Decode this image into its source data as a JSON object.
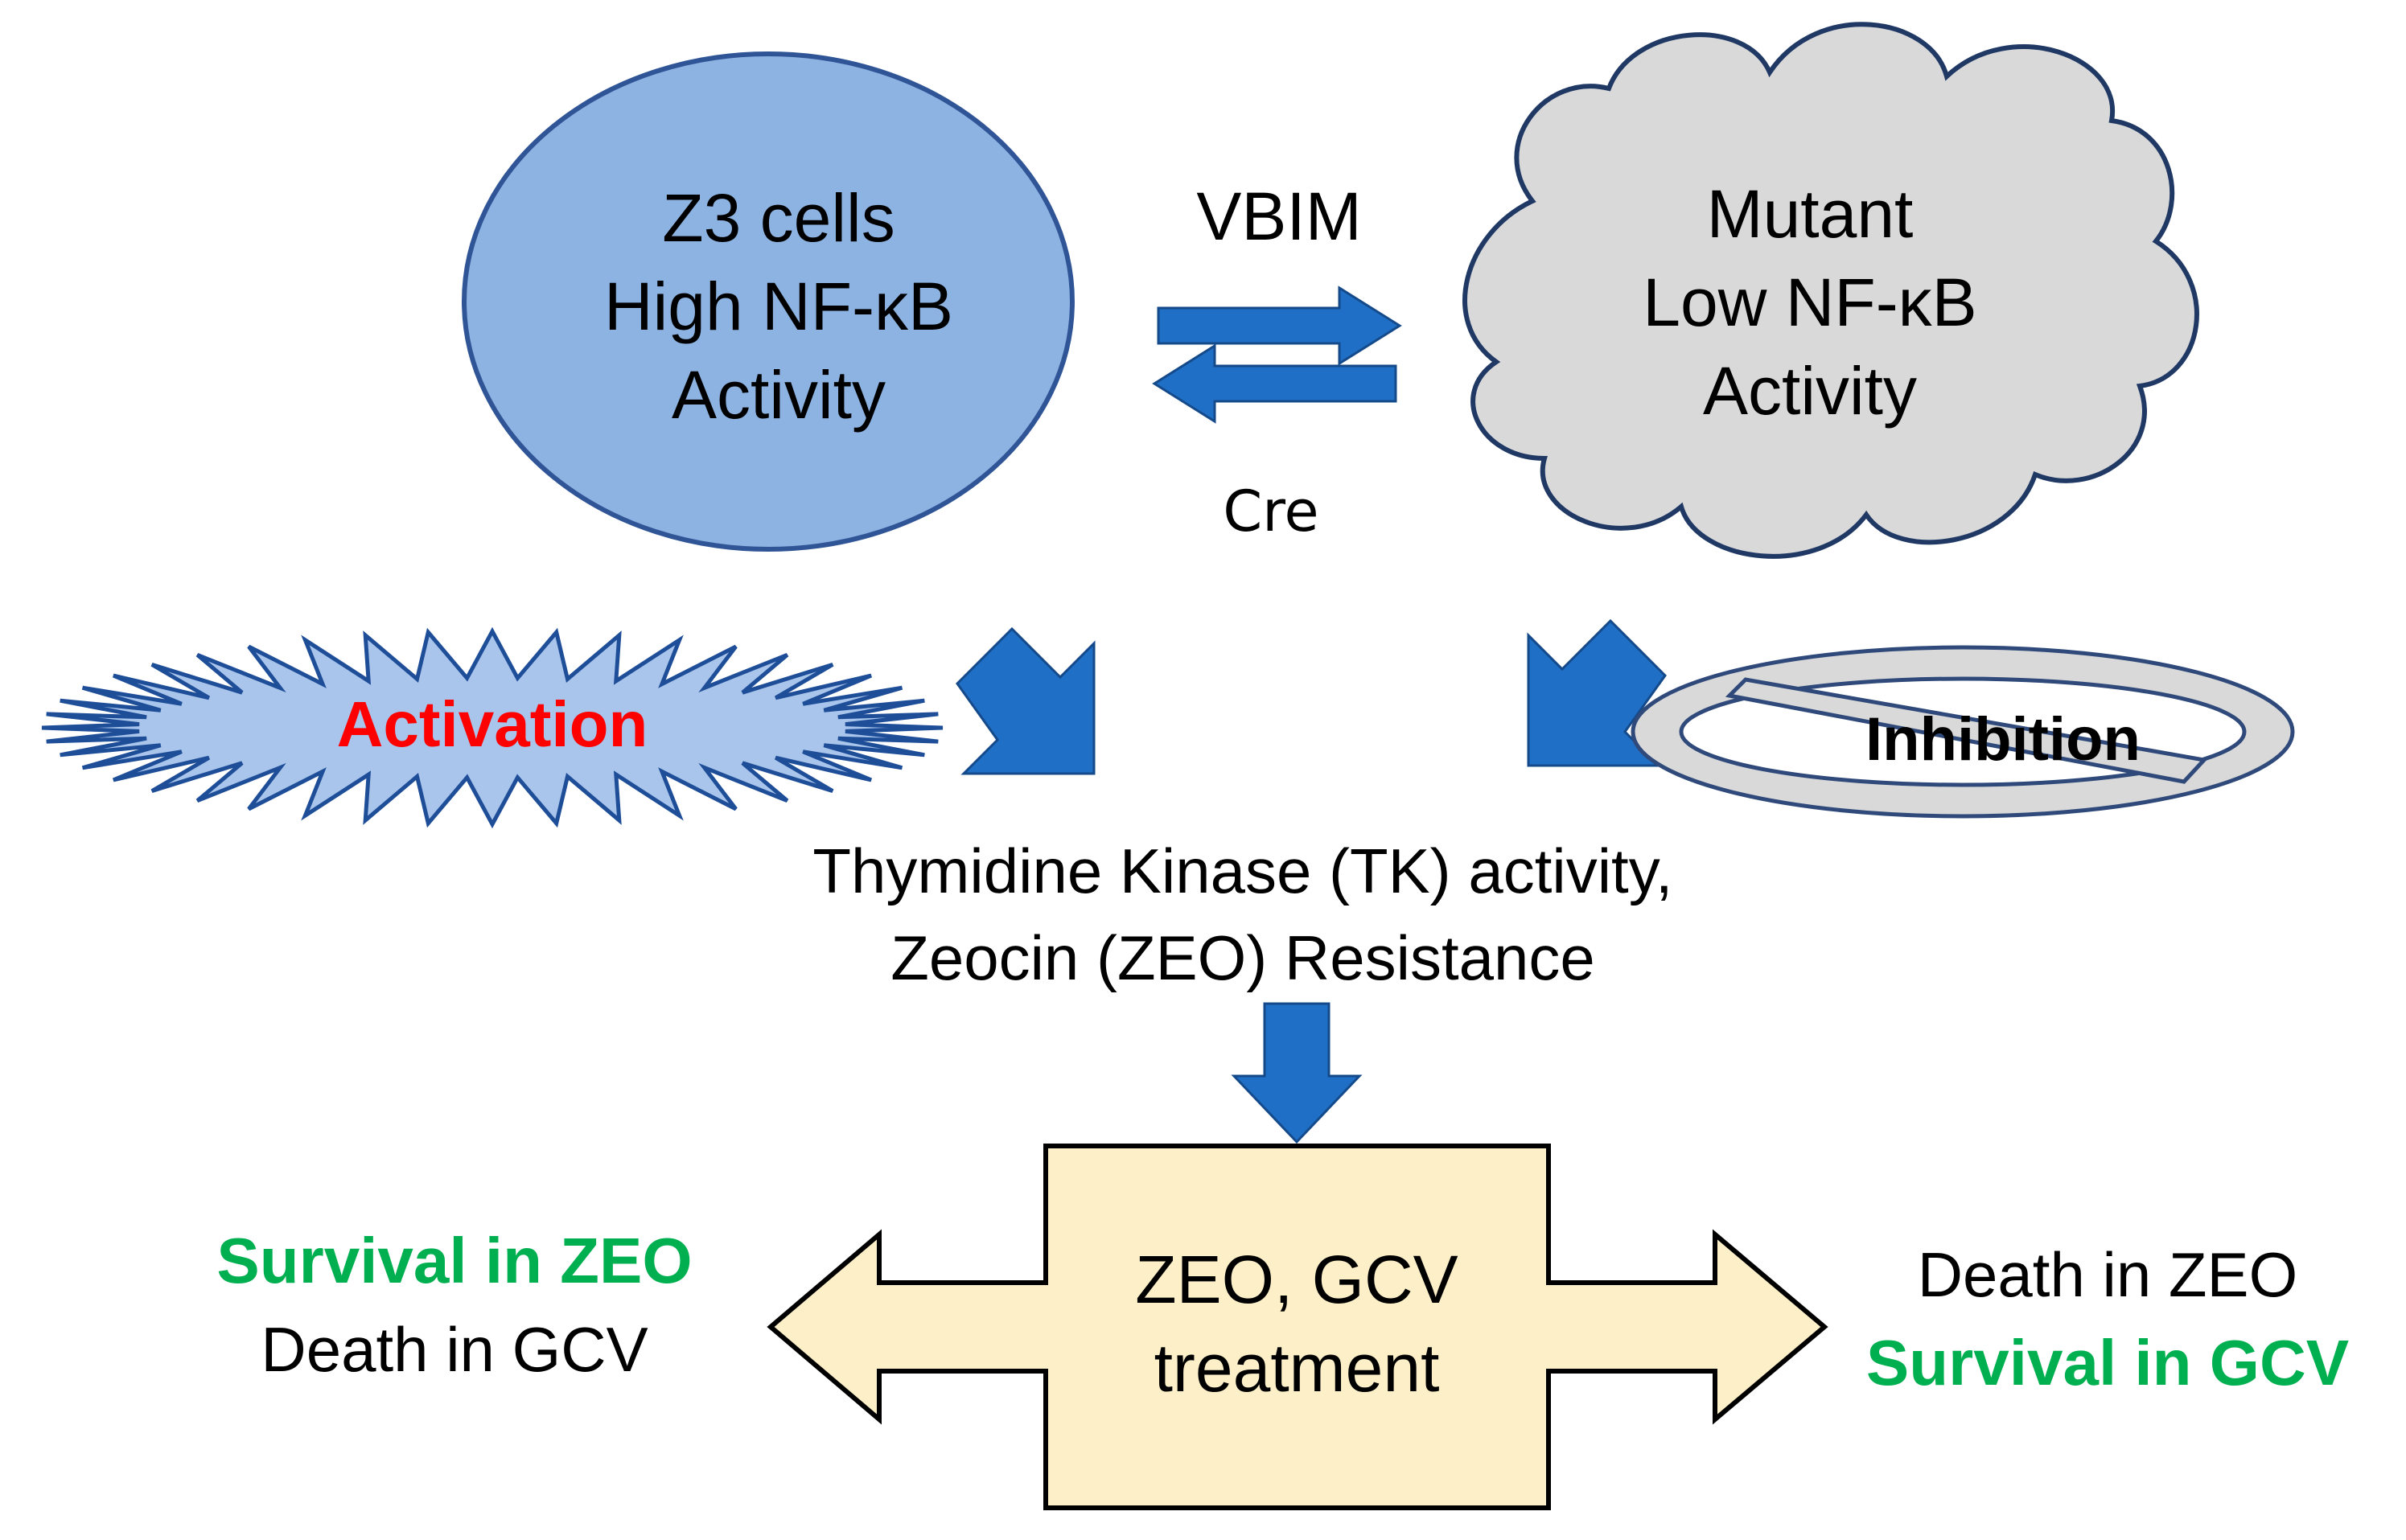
{
  "source_node": {
    "line1": "Z3 cells",
    "line2": "High NF-κB",
    "line3": "Activity"
  },
  "mutant_node": {
    "line1": "Mutant",
    "line2": "Low NF-κB",
    "line3": "Activity"
  },
  "forward_label": "VBIM",
  "reverse_label": "Cre",
  "activation": {
    "label": "Activation"
  },
  "inhibition": {
    "label": "Inhibition"
  },
  "tk_node": {
    "line1": "Thymidine Kinase (TK) activity,",
    "line2": "Zeocin (ZEO) Resistance"
  },
  "treatment_box": {
    "line1": "ZEO, GCV",
    "line2": "treatment"
  },
  "left_outcome": {
    "line1": "Survival in ZEO",
    "line2": "Death in GCV"
  },
  "right_outcome": {
    "line1": "Death in ZEO",
    "line2": "Survival in GCV"
  },
  "colors": {
    "ellipse_fill": "#8db3e2",
    "ellipse_stroke": "#2f5597",
    "cloud_fill": "#d9d9d9",
    "cloud_stroke": "#1f3864",
    "arrow_blue": "#1f6fc6",
    "burst_fill": "#a9c5eb",
    "burst_stroke": "#1f4e99",
    "activation_text": "#ff0000",
    "survival_text": "#00b050",
    "treatment_fill": "#fdf0c8",
    "inhibition_fill": "#d9d9d9"
  }
}
